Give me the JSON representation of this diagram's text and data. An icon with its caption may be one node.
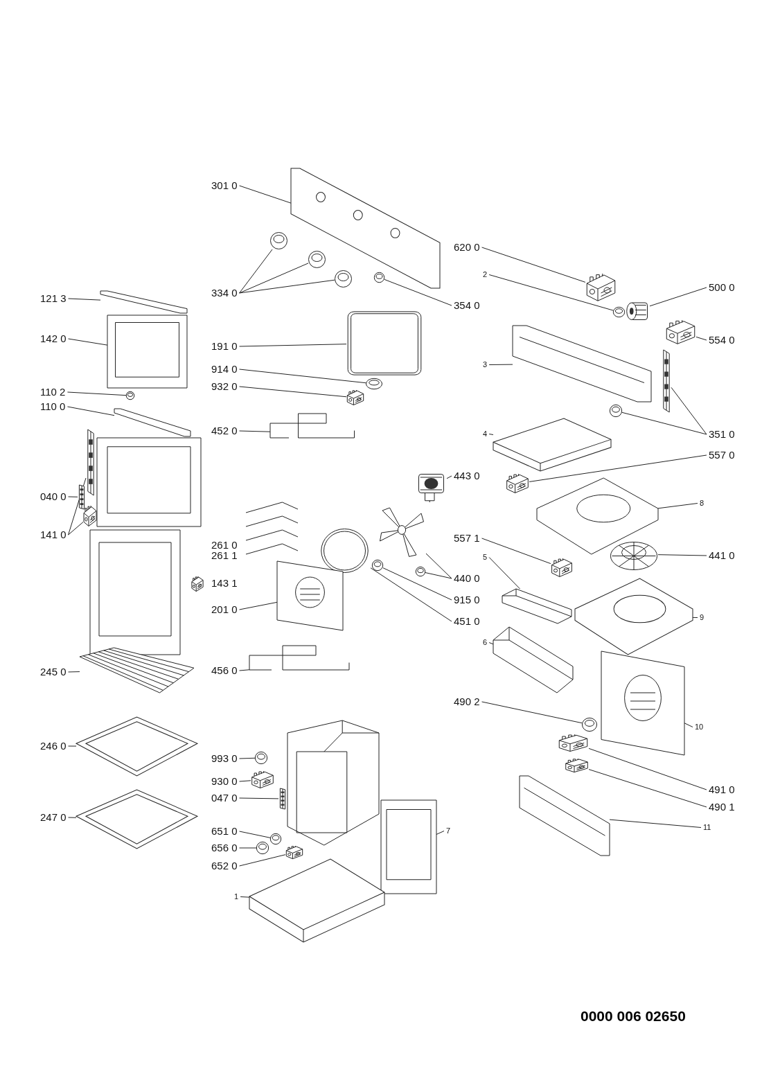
{
  "diagram": {
    "nodes": [
      {
        "text": [
          "301 0"
        ]
      },
      {
        "text": [],
        "shape": "picture"
      },
      {
        "text": [
          "334 0"
        ]
      },
      {
        "text": [],
        "shape": "picture"
      },
      {
        "text": [],
        "shape": "picture"
      },
      {
        "text": [],
        "shape": "picture"
      },
      {
        "text": [
          "354 0"
        ]
      },
      {
        "text": [],
        "shape": "picture"
      },
      {
        "text": [
          "620 0"
        ]
      },
      {
        "text": [],
        "shape": "picture"
      },
      {
        "text": [
          "2"
        ]
      },
      {
        "text": [],
        "shape": "picture"
      },
      {
        "text": [
          "500 0"
        ]
      },
      {
        "text": [],
        "shape": "picture"
      },
      {
        "text": [
          "554 0"
        ]
      },
      {
        "text": [],
        "shape": "picture"
      },
      {
        "text": [
          "3"
        ]
      },
      {
        "text": [],
        "shape": "picture"
      },
      {
        "text": [
          "351 0"
        ]
      },
      {
        "text": [],
        "shape": "picture"
      },
      {
        "text": [],
        "shape": "picture"
      },
      {
        "text": [
          "4"
        ]
      },
      {
        "text": [],
        "shape": "picture"
      },
      {
        "text": [
          "557 0"
        ]
      },
      {
        "text": [],
        "shape": "picture"
      },
      {
        "text": [
          "443 0"
        ]
      },
      {
        "text": [],
        "shape": "picture"
      },
      {
        "text": [
          "8"
        ]
      },
      {
        "text": [],
        "shape": "picture"
      },
      {
        "text": [
          "441 0"
        ]
      },
      {
        "text": [],
        "shape": "picture"
      },
      {
        "text": [
          "557 1"
        ]
      },
      {
        "text": [],
        "shape": "picture"
      },
      {
        "text": [
          "440 0"
        ]
      },
      {
        "text": [],
        "shape": "picture"
      },
      {
        "text": [],
        "shape": "picture"
      },
      {
        "text": [
          "5"
        ]
      },
      {
        "text": [],
        "shape": "picture"
      },
      {
        "text": [
          "915 0"
        ]
      },
      {
        "text": [],
        "shape": "picture"
      },
      {
        "text": [
          "9"
        ]
      },
      {
        "text": [],
        "shape": "picture"
      },
      {
        "text": [
          "451 0"
        ]
      },
      {
        "text": [],
        "shape": "picture"
      },
      {
        "text": [
          "6"
        ]
      },
      {
        "text": [],
        "shape": "picture"
      },
      {
        "text": [
          "121 3"
        ]
      },
      {
        "text": [],
        "shape": "picture"
      },
      {
        "text": [
          "142 0"
        ]
      },
      {
        "text": [],
        "shape": "picture"
      },
      {
        "text": [
          "110 2"
        ]
      },
      {
        "text": [],
        "shape": "picture"
      },
      {
        "text": [
          "110 0"
        ]
      },
      {
        "text": [],
        "shape": "picture"
      },
      {
        "text": [
          "040 0"
        ]
      },
      {
        "text": [],
        "shape": "picture"
      },
      {
        "text": [
          "141 0"
        ]
      },
      {
        "text": [],
        "shape": "picture"
      },
      {
        "text": [],
        "shape": "picture"
      },
      {
        "text": [
          "191 0"
        ]
      },
      {
        "text": [],
        "shape": "picture"
      },
      {
        "text": [
          "914 0"
        ]
      },
      {
        "text": [],
        "shape": "picture"
      },
      {
        "text": [
          "932 0"
        ]
      },
      {
        "text": [],
        "shape": "picture"
      },
      {
        "text": [
          "452 0"
        ]
      },
      {
        "text": [],
        "shape": "picture"
      },
      {
        "text": [
          "201 0"
        ]
      },
      {
        "text": [],
        "shape": "picture"
      },
      {
        "text": [
          "245 0"
        ]
      },
      {
        "text": [],
        "shape": "picture"
      },
      {
        "text": [
          "456 0"
        ]
      },
      {
        "text": [],
        "shape": "picture"
      },
      {
        "text": [
          "490 2"
        ]
      },
      {
        "text": [],
        "shape": "picture"
      },
      {
        "text": [
          "10"
        ]
      },
      {
        "text": [],
        "shape": "picture"
      },
      {
        "text": [
          "246 0"
        ]
      },
      {
        "text": [],
        "shape": "picture"
      },
      {
        "text": [
          "993 0"
        ]
      },
      {
        "text": [],
        "shape": "picture"
      },
      {
        "text": [
          "930 0"
        ]
      },
      {
        "text": [],
        "shape": "picture"
      },
      {
        "text": [
          "491 0"
        ]
      },
      {
        "text": [],
        "shape": "picture"
      },
      {
        "text": [
          "047 0"
        ]
      },
      {
        "text": [],
        "shape": "picture"
      },
      {
        "text": [
          "490 1"
        ]
      },
      {
        "text": [],
        "shape": "picture"
      },
      {
        "text": [
          "247 0"
        ]
      },
      {
        "text": [],
        "shape": "picture"
      },
      {
        "text": [
          "7"
        ]
      },
      {
        "text": [],
        "shape": "picture"
      },
      {
        "text": [
          "11"
        ]
      },
      {
        "text": [],
        "shape": "picture"
      },
      {
        "text": [
          "651 0"
        ]
      },
      {
        "text": [],
        "shape": "picture"
      },
      {
        "text": [
          "656 0"
        ]
      },
      {
        "text": [],
        "shape": "picture"
      },
      {
        "text": [
          "652 0"
        ]
      },
      {
        "text": [],
        "shape": "picture"
      },
      {
        "text": [
          "1"
        ]
      },
      {
        "text": [],
        "shape": "picture"
      }
    ],
    "edges": [
      {
        "from": 0,
        "to": 1,
        "arrow": "none"
      },
      {
        "from": 2,
        "to": 3,
        "arrow": "none"
      },
      {
        "from": 2,
        "to": 4,
        "arrow": "none"
      },
      {
        "from": 2,
        "to": 5,
        "arrow": "none"
      },
      {
        "from": 6,
        "to": 7,
        "arrow": "none"
      },
      {
        "from": 8,
        "to": 9,
        "arrow": "none"
      },
      {
        "from": 10,
        "to": 11,
        "arrow": "none"
      },
      {
        "from": 12,
        "to": 13,
        "arrow": "none"
      },
      {
        "from": 14,
        "to": 15,
        "arrow": "none"
      },
      {
        "from": 16,
        "to": 17,
        "arrow": "none"
      },
      {
        "from": 18,
        "to": 19,
        "arrow": "none"
      },
      {
        "from": 18,
        "to": 20,
        "arrow": "none"
      },
      {
        "from": 21,
        "to": 22,
        "arrow": "none"
      },
      {
        "from": 23,
        "to": 24,
        "arrow": "none"
      },
      {
        "from": 25,
        "to": 26,
        "arrow": "none"
      },
      {
        "from": 27,
        "to": 28,
        "arrow": "none"
      },
      {
        "from": 29,
        "to": 30,
        "arrow": "none"
      },
      {
        "from": 31,
        "to": 32,
        "arrow": "none"
      },
      {
        "from": 33,
        "to": 34,
        "arrow": "none"
      },
      {
        "from": 33,
        "to": 35,
        "arrow": "none"
      },
      {
        "from": 36,
        "to": 37,
        "arrow": "none"
      },
      {
        "from": 38,
        "to": 39,
        "arrow": "none"
      },
      {
        "from": 40,
        "to": 41,
        "arrow": "none"
      },
      {
        "from": 42,
        "to": 43,
        "arrow": "none"
      },
      {
        "from": 44,
        "to": 45,
        "arrow": "none"
      },
      {
        "from": 46,
        "to": 47,
        "arrow": "none"
      },
      {
        "from": 48,
        "to": 49,
        "arrow": "none"
      },
      {
        "from": 50,
        "to": 51,
        "arrow": "none"
      },
      {
        "from": 52,
        "to": 53,
        "arrow": "none"
      },
      {
        "from": 54,
        "to": 55,
        "arrow": "none"
      },
      {
        "from": 56,
        "to": 57,
        "arrow": "none"
      },
      {
        "from": 56,
        "to": 58,
        "arrow": "none"
      },
      {
        "from": 59,
        "to": 60,
        "arrow": "none"
      },
      {
        "from": 61,
        "to": 62,
        "arrow": "none"
      },
      {
        "from": 63,
        "to": 64,
        "arrow": "none"
      },
      {
        "from": 65,
        "to": 66,
        "arrow": "none"
      },
      {
        "from": 67,
        "to": 68,
        "arrow": "none"
      },
      {
        "from": 69,
        "to": 70,
        "arrow": "none"
      },
      {
        "from": 71,
        "to": 72,
        "arrow": "none"
      },
      {
        "from": 73,
        "to": 74,
        "arrow": "none"
      },
      {
        "from": 75,
        "to": 76,
        "arrow": "none"
      },
      {
        "from": 77,
        "to": 78,
        "arrow": "none"
      },
      {
        "from": 79,
        "to": 80,
        "arrow": "none"
      },
      {
        "from": 81,
        "to": 82,
        "arrow": "none"
      },
      {
        "from": 83,
        "to": 84,
        "arrow": "none"
      },
      {
        "from": 85,
        "to": 86,
        "arrow": "none"
      },
      {
        "from": 87,
        "to": 88,
        "arrow": "none"
      },
      {
        "from": 89,
        "to": 90,
        "arrow": "none"
      },
      {
        "from": 91,
        "to": 92,
        "arrow": "none"
      },
      {
        "from": 93,
        "to": 94,
        "arrow": "none"
      },
      {
        "from": 95,
        "to": 96,
        "arrow": "none"
      },
      {
        "from": 97,
        "to": 98,
        "arrow": "none"
      },
      {
        "from": 99,
        "to": 100,
        "arrow": "none"
      },
      {
        "from": 101,
        "to": 102,
        "arrow": "none"
      }
    ],
    "labels": [
      "261 0",
      "261 1",
      "143 1",
      "0000 006 02650"
    ]
  }
}
